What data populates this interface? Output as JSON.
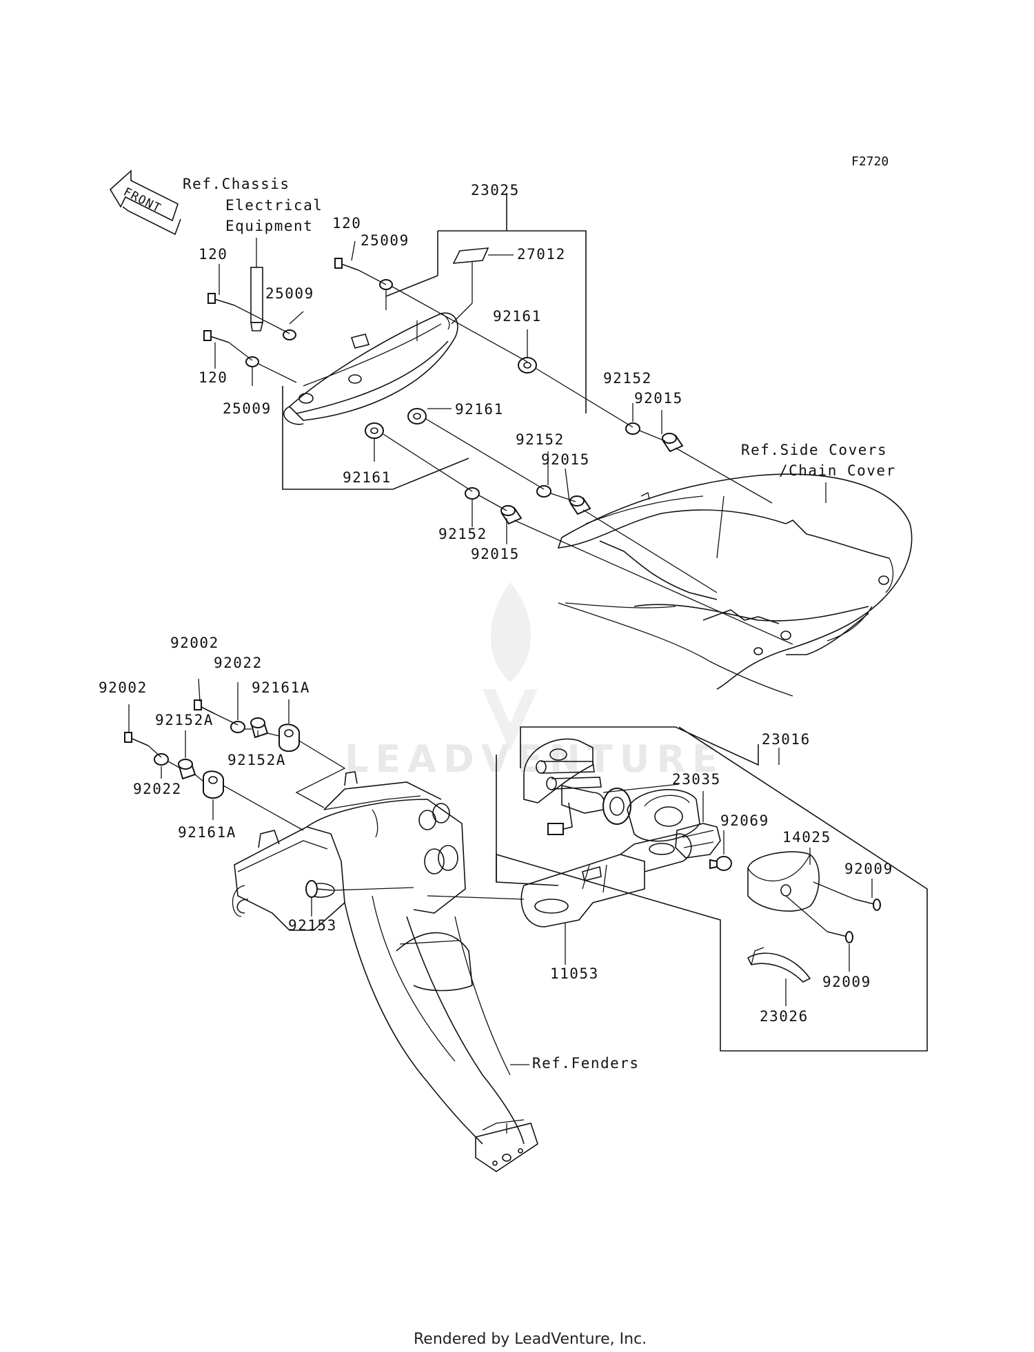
{
  "figure_code": "F2720",
  "front_arrow_label": "FRONT",
  "footer_text": "Rendered by LeadVenture, Inc.",
  "watermark_text": "LEADVENTURE",
  "references": {
    "chassis_line1": "Ref.Chassis",
    "chassis_line2": "Electrical",
    "chassis_line3": "Equipment",
    "side_covers_line1": "Ref.Side Covers",
    "side_covers_line2": "/Chain Cover",
    "fenders": "Ref.Fenders"
  },
  "parts": {
    "p23025": "23025",
    "p27012": "27012",
    "p120_a": "120",
    "p120_b": "120",
    "p120_c": "120",
    "p25009_a": "25009",
    "p25009_b": "25009",
    "p25009_c": "25009",
    "p92161_a": "92161",
    "p92161_b": "92161",
    "p92161_c": "92161",
    "p92152_a": "92152",
    "p92152_b": "92152",
    "p92152_c": "92152",
    "p92015_a": "92015",
    "p92015_b": "92015",
    "p92015_c": "92015",
    "p92002_a": "92002",
    "p92002_b": "92002",
    "p92022_a": "92022",
    "p92022_b": "92022",
    "p92161A_a": "92161A",
    "p92161A_b": "92161A",
    "p92152A_a": "92152A",
    "p92152A_b": "92152A",
    "p92153": "92153",
    "p11053": "11053",
    "p23016": "23016",
    "p23035": "23035",
    "p92069": "92069",
    "p14025": "14025",
    "p92009_a": "92009",
    "p92009_b": "92009",
    "p23026": "23026"
  }
}
